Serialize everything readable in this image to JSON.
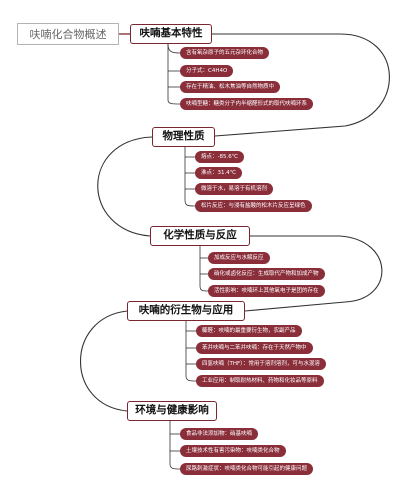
{
  "root": "呋喃化合物概述",
  "branches": [
    {
      "title": "呋喃基本特性",
      "leaves": [
        "含有氧杂原子的五元杂环化合物",
        "分子式：C4H4O",
        "存在于精油、松木焦油等自然物质中",
        "呋喃型糖：糖类分子内半缩醛形式的取代呋喃环系"
      ]
    },
    {
      "title": "物理性质",
      "leaves": [
        "熔点：-85.6℃",
        "沸点：31.4℃",
        "微溶于水，易溶于有机溶剂",
        "松片反应：与浸有盐酸的松木片反应呈绿色"
      ]
    },
    {
      "title": "化学性质与反应",
      "leaves": [
        "加成反应与水解反应",
        "硝化或卤化反应：生成取代产物和加成产物",
        "活性影响：呋喃环上其他氧电子是团的存在"
      ]
    },
    {
      "title": "呋喃的衍生物与应用",
      "leaves": [
        "糠醛：呋喃的最重要衍生物，农副产品",
        "苯并呋喃与二苯并呋喃：存在于天然产物中",
        "四氢呋喃（THF）：常用于溶剂溶剂，可与水混溶",
        "工业应用：制取耐热材料、药物和化妆品等原料"
      ]
    },
    {
      "title": "环境与健康影响",
      "leaves": [
        "食品非法添加物：硝基呋喃",
        "土壤技术性有害污染物：呋喃类化合物",
        "尿路刺激症状：呋喃类化合物可能引起的健康问题"
      ]
    }
  ]
}
